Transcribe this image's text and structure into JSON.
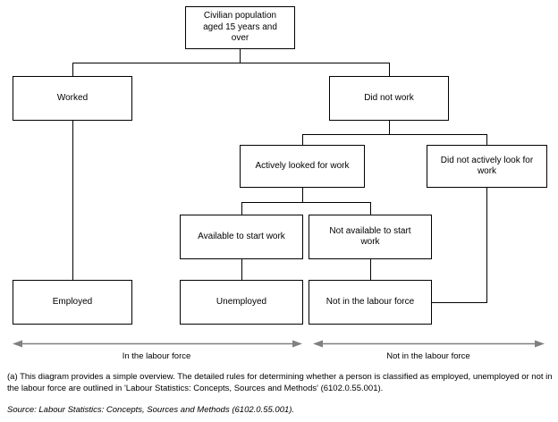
{
  "diagram": {
    "boxes": {
      "civilian": "Civilian population aged 15 years and over",
      "worked": "Worked",
      "did_not_work": "Did not work",
      "actively_looked": "Actively looked for work",
      "did_not_actively_look": "Did not actively look for work",
      "available_to_start": "Available to start work",
      "not_available_to_start": "Not available to start work",
      "employed": "Employed",
      "unemployed": "Unemployed",
      "not_in_labour_force": "Not in the labour force"
    },
    "span_arrows": {
      "left_label": "In the labour force",
      "right_label": "Not in the labour force"
    },
    "colors": {
      "box_border": "#000000",
      "connector_line": "#000000",
      "span_arrow": "#808080",
      "text": "#000000",
      "background": "#ffffff"
    }
  },
  "notes": {
    "footnote": "(a) This diagram provides a simple overview. The detailed rules for determining whether a person is classified as employed, unemployed or not in the labour force are outlined in 'Labour Statistics: Concepts, Sources and Methods' (6102.0.55.001).",
    "source": "Source: Labour Statistics: Concepts, Sources and Methods (6102.0.55.001)."
  }
}
